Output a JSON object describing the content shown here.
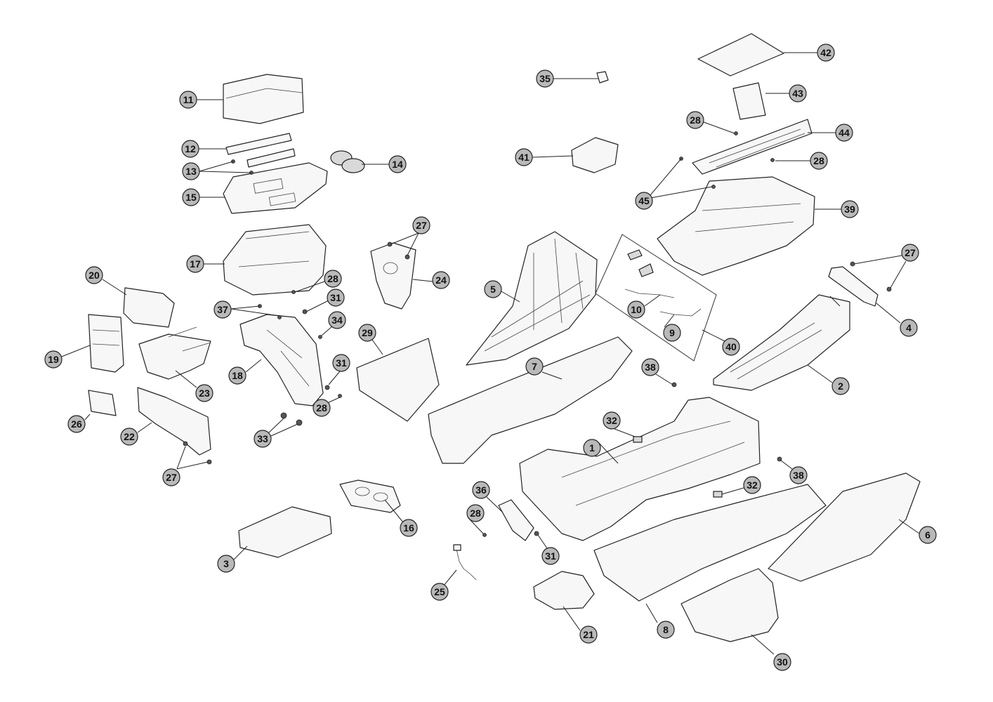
{
  "callouts": [
    {
      "label": "1"
    },
    {
      "label": "2"
    },
    {
      "label": "3"
    },
    {
      "label": "4"
    },
    {
      "label": "5"
    },
    {
      "label": "6"
    },
    {
      "label": "7"
    },
    {
      "label": "8"
    },
    {
      "label": "9"
    },
    {
      "label": "10"
    },
    {
      "label": "11"
    },
    {
      "label": "12"
    },
    {
      "label": "13"
    },
    {
      "label": "14"
    },
    {
      "label": "15"
    },
    {
      "label": "16"
    },
    {
      "label": "17"
    },
    {
      "label": "18"
    },
    {
      "label": "19"
    },
    {
      "label": "20"
    },
    {
      "label": "21"
    },
    {
      "label": "22"
    },
    {
      "label": "23"
    },
    {
      "label": "24"
    },
    {
      "label": "25"
    },
    {
      "label": "26"
    },
    {
      "label": "27"
    },
    {
      "label": "27"
    },
    {
      "label": "27"
    },
    {
      "label": "28"
    },
    {
      "label": "28"
    },
    {
      "label": "28"
    },
    {
      "label": "28"
    },
    {
      "label": "28"
    },
    {
      "label": "29"
    },
    {
      "label": "30"
    },
    {
      "label": "31"
    },
    {
      "label": "31"
    },
    {
      "label": "31"
    },
    {
      "label": "32"
    },
    {
      "label": "32"
    },
    {
      "label": "33"
    },
    {
      "label": "34"
    },
    {
      "label": "35"
    },
    {
      "label": "36"
    },
    {
      "label": "37"
    },
    {
      "label": "38"
    },
    {
      "label": "38"
    },
    {
      "label": "39"
    },
    {
      "label": "40"
    },
    {
      "label": "41"
    },
    {
      "label": "42"
    },
    {
      "label": "43"
    },
    {
      "label": "44"
    },
    {
      "label": "45"
    }
  ]
}
